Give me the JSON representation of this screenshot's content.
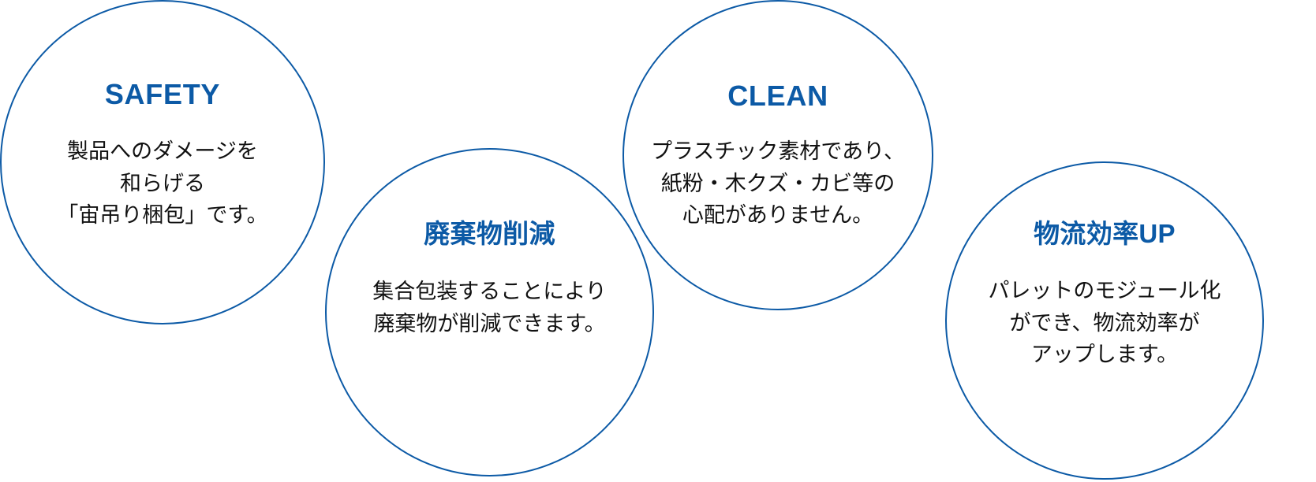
{
  "page": {
    "background_color": "#ffffff",
    "accent_color": "#0c5aa6",
    "body_text_color": "#111111"
  },
  "circles": [
    {
      "id": "safety",
      "title": "SAFETY",
      "title_script": "latin",
      "body_lines": [
        "製品へのダメージを",
        "和らげる",
        "「宙吊り梱包」です。"
      ]
    },
    {
      "id": "waste-reduction",
      "title": "廃棄物削減",
      "title_script": "jp",
      "body_lines": [
        "集合包装することにより",
        "廃棄物が削減できます。"
      ]
    },
    {
      "id": "clean",
      "title": "CLEAN",
      "title_script": "latin",
      "body_lines": [
        "プラスチック素材であり、",
        "紙粉・木クズ・カビ等の",
        "心配がありません。"
      ]
    },
    {
      "id": "logistics-efficiency",
      "title": "物流効率UP",
      "title_script": "jp",
      "body_lines": [
        "パレットのモジュール化",
        "ができ、物流効率が",
        "アップします。"
      ]
    }
  ]
}
